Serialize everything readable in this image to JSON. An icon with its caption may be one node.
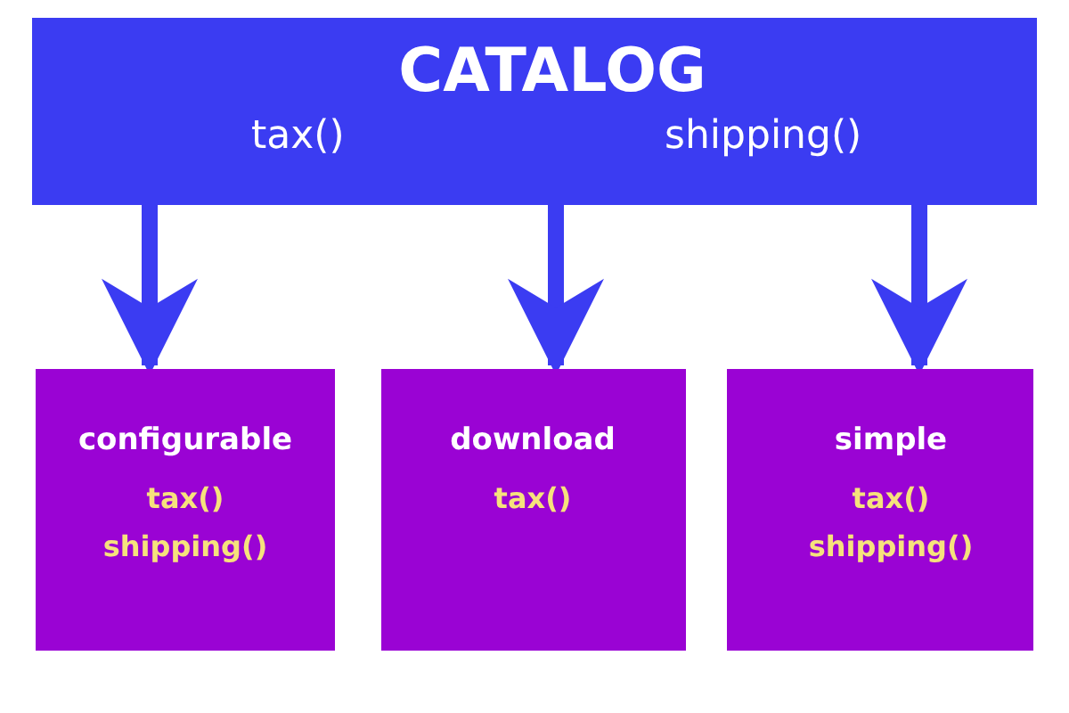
{
  "diagram": {
    "nodes": [
      {
        "text": [
          "CATALOG",
          "tax()",
          "shipping()"
        ]
      },
      {
        "text": [
          "configurable",
          "tax()",
          "shipping()"
        ]
      },
      {
        "text": [
          "download",
          "tax()"
        ]
      },
      {
        "text": [
          "simple",
          "tax()",
          "shipping()"
        ]
      }
    ],
    "edges": [
      {
        "from": 0,
        "to": 1,
        "arrow": "to"
      },
      {
        "from": 0,
        "to": 2,
        "arrow": "to"
      },
      {
        "from": 0,
        "to": 3,
        "arrow": "to"
      }
    ]
  }
}
